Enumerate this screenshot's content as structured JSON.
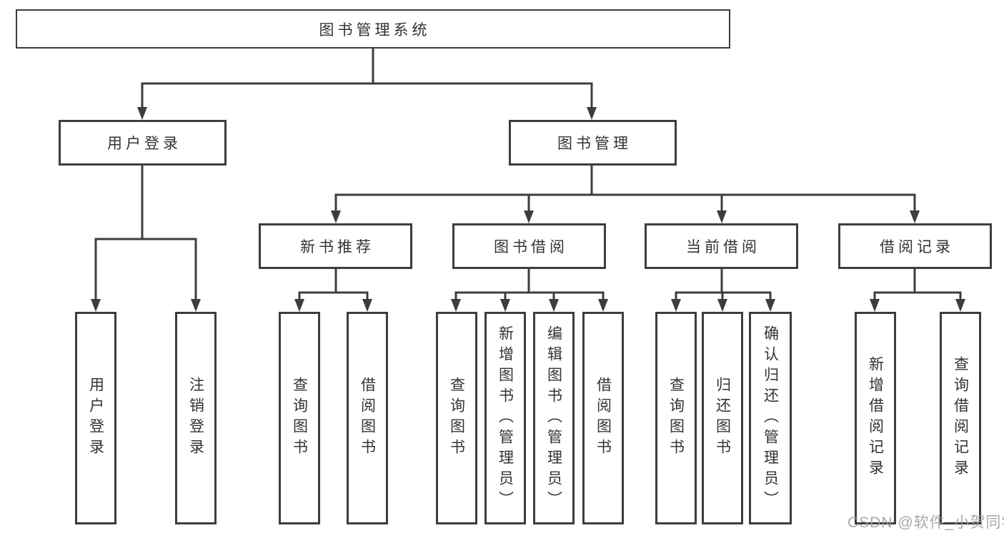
{
  "diagram": {
    "root": {
      "label": "图书管理系统"
    },
    "level2": [
      {
        "label": "用户登录"
      },
      {
        "label": "图书管理"
      }
    ],
    "level3": [
      {
        "label": "新书推荐",
        "parent": "图书管理"
      },
      {
        "label": "图书借阅",
        "parent": "图书管理"
      },
      {
        "label": "当前借阅",
        "parent": "图书管理"
      },
      {
        "label": "借阅记录",
        "parent": "图书管理"
      }
    ],
    "leaves": [
      {
        "label": "用户登录",
        "parent": "用户登录"
      },
      {
        "label": "注销登录",
        "parent": "用户登录"
      },
      {
        "label": "查询图书",
        "parent": "新书推荐"
      },
      {
        "label": "借阅图书",
        "parent": "新书推荐"
      },
      {
        "label": "查询图书",
        "parent": "图书借阅"
      },
      {
        "label": "新增图书（管理员）",
        "parent": "图书借阅"
      },
      {
        "label": "编辑图书（管理员）",
        "parent": "图书借阅"
      },
      {
        "label": "借阅图书",
        "parent": "图书借阅"
      },
      {
        "label": "查询图书",
        "parent": "当前借阅"
      },
      {
        "label": "归还图书",
        "parent": "当前借阅"
      },
      {
        "label": "确认归还（管理员）",
        "parent": "当前借阅"
      },
      {
        "label": "新增借阅记录",
        "parent": "借阅记录"
      },
      {
        "label": "查询借阅记录",
        "parent": "借阅记录"
      }
    ]
  },
  "watermark": {
    "text": "CSDN @软件_小贺同学"
  },
  "colors": {
    "line": "#3d3d3d",
    "border": "#3d3d3d",
    "text": "#333333",
    "background": "#ffffff",
    "watermark": "#999999"
  }
}
